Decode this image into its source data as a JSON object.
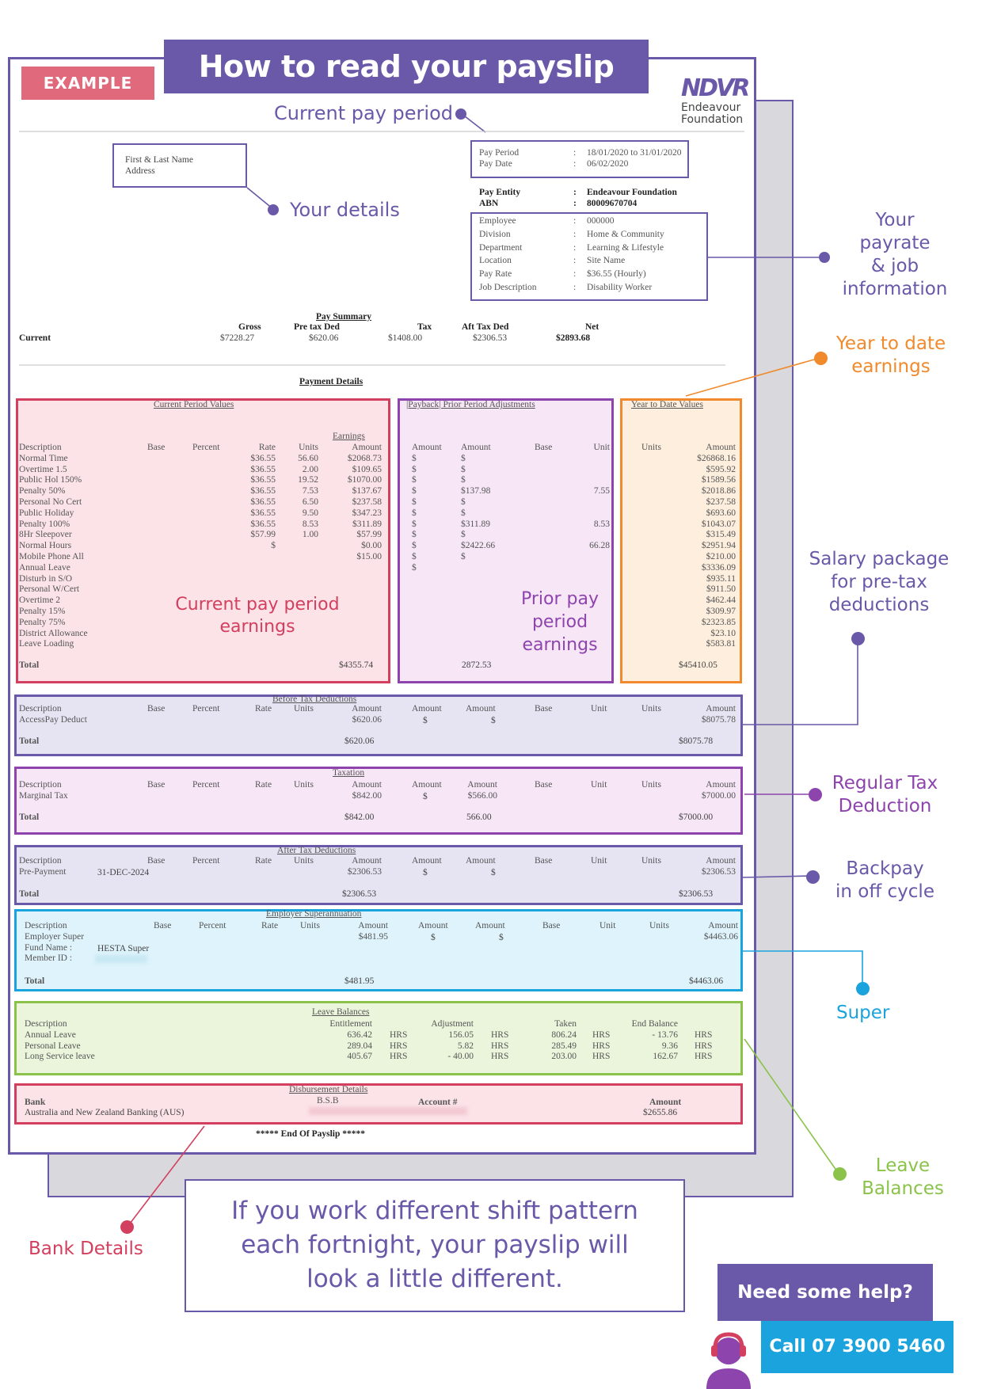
{
  "title": "How to read your payslip",
  "badge": "EXAMPLE",
  "logo": {
    "mark": "NDVR",
    "line1": "Endeavour",
    "line2": "Foundation"
  },
  "callouts": {
    "current_pay_period": "Current pay period",
    "your_details": "Your details",
    "payrate": [
      "Your",
      "payrate",
      "& job",
      "information"
    ],
    "ytd": [
      "Year to date",
      "earnings"
    ],
    "salary_package": [
      "Salary package",
      "for pre-tax",
      "deductions"
    ],
    "regular_tax": [
      "Regular Tax",
      "Deduction"
    ],
    "backpay": [
      "Backpay",
      "in off cycle"
    ],
    "super": "Super",
    "leave_balances": [
      "Leave",
      "Balances"
    ],
    "bank_details": "Bank Details",
    "current_earnings": [
      "Current pay period",
      "earnings"
    ],
    "prior_earnings": [
      "Prior pay",
      "period",
      "earnings"
    ]
  },
  "name_box": {
    "line1": "First & Last Name",
    "line2": "Address"
  },
  "period": {
    "labels": "Pay Period\nPay Date",
    "colons": ":\n:",
    "values": "18/01/2020 to 31/01/2020\n06/02/2020"
  },
  "entity": {
    "labels": "Pay Entity\nABN",
    "colons": ":\n:",
    "values": "Endeavour Foundation\n80009670704"
  },
  "job": {
    "labels": "Employee\nDivision\nDepartment\nLocation\nPay Rate\nJob Description",
    "colons": ":\n:\n:\n:\n:\n:",
    "values": "000000\nHome & Community\nLearning & Lifestyle\nSite Name\n$36.55 (Hourly)\nDisability Worker"
  },
  "summary": {
    "heading": "Pay Summary",
    "row_label": "Current",
    "headers": [
      "Gross",
      "Pre tax Ded",
      "Tax",
      "Aft Tax Ded",
      "Net"
    ],
    "values": [
      "$7228.27",
      "$620.06",
      "$1408.00",
      "$2306.53",
      "$2893.68"
    ]
  },
  "payment_details": "Payment Details",
  "earnings": {
    "left_heading": "Current Period Values",
    "mid_heading": "|Payback|    Prior Period Adjustments",
    "right_heading": "Year to Date Values",
    "earnings_label": "Earnings",
    "desc": "Description\nNormal Time\nOvertime 1.5\nPublic Hol 150%\nPenalty 50%\nPersonal No Cert\nPublic Holiday\nPenalty 100%\n8Hr Sleepover\nNormal Hours\nMobile Phone All\nAnnual Leave\nDisturb in S/O\nPersonal W/Cert\nOvertime 2\nPenalty 15%\nPenalty 75%\nDistrict Allowance\nLeave Loading",
    "base": "Base",
    "percent": "Percent",
    "rate": "Rate\n$36.55\n$36.55\n$36.55\n$36.55\n$36.55\n$36.55\n$36.55\n$57.99\n$",
    "units": "Units\n56.60\n2.00\n19.52\n7.53\n6.50\n9.50\n8.53\n1.00",
    "amount": "Amount\n$2068.73\n$109.65\n$1070.00\n$137.67\n$237.58\n$347.23\n$311.89\n$57.99\n$0.00\n$15.00",
    "pb_amount": "Amount\n$\n$\n$\n$\n$\n$\n$\n$\n$\n$\n$",
    "pp_amount": "Amount\n$\n$\n$\n$137.98\n$\n$\n$311.89\n$\n$2422.66\n$",
    "pp_base": "Base",
    "pp_unit": "Unit\n\n\n\n7.55\n\n\n8.53\n\n66.28",
    "ytd_units": "Units",
    "ytd_amount": "Amount\n$26868.16\n$595.92\n$1589.56\n$2018.86\n$237.58\n$693.60\n$1043.07\n$315.49\n$2951.94\n$210.00\n$3336.09\n$935.11\n$911.50\n$462.44\n$309.97\n$2323.85\n$23.10\n$583.81",
    "total_label": "Total",
    "total_current": "$4355.74",
    "total_prior": "2872.53",
    "total_ytd": "$45410.05"
  },
  "before_tax": {
    "heading": "Before Tax Deductions",
    "desc": "Description\nAccessPay Deduct",
    "amount": "Amount\n$620.06",
    "total": "$620.06",
    "ytd": "Amount\n$8075.78",
    "ytd_total": "$8075.78"
  },
  "taxation": {
    "heading": "Taxation",
    "desc": "Description\nMarginal Tax",
    "amount": "Amount\n$842.00",
    "pp": "Amount\n$566.00",
    "total": "$842.00",
    "pp_total": "566.00",
    "ytd": "Amount\n$7000.00",
    "ytd_total": "$7000.00"
  },
  "after_tax": {
    "heading": "After Tax Deductions",
    "desc": "Description\nPre-Payment",
    "base_val": "31-DEC-2024",
    "amount": "Amount\n$2306.53",
    "total": "$2306.53",
    "ytd": "Amount\n$2306.53",
    "ytd_total": "$2306.53"
  },
  "super": {
    "heading": "Employer Superannuation",
    "desc": "Description\nEmployer Super\nFund Name :\nMember ID :",
    "fund": "HESTA Super",
    "amount": "Amount\n$481.95",
    "total": "$481.95",
    "ytd": "Amount\n$4463.06",
    "ytd_total": "$4463.06"
  },
  "leave": {
    "heading": "Leave Balances",
    "desc": "Description\nAnnual Leave\nPersonal Leave\nLong Service leave",
    "ent": "Entitlement\n636.42\n289.04\n405.67",
    "adj": "Adjustment\n156.05\n5.82\n- 40.00",
    "taken": "Taken\n806.24\n285.49\n203.00",
    "end": "End Balance\n- 13.76\n9.36\n162.67",
    "hrs": "\nHRS\nHRS\nHRS"
  },
  "disbursement": {
    "heading": "Disbursement Details",
    "bsb": "B.S.B",
    "bank_label": "Bank",
    "bank_name": "Australia and New Zealand Banking (AUS)",
    "account_label": "Account #",
    "amount_label": "Amount",
    "amount": "$2655.86"
  },
  "end_of_payslip": "***** End Of Payslip *****",
  "common": {
    "base": "Base",
    "percent": "Percent",
    "rate": "Rate",
    "units": "Units",
    "amount": "Amount",
    "unit": "Unit",
    "total": "Total"
  },
  "note": [
    "If you work different shift pattern",
    "each fortnight, your payslip will",
    "look a little different."
  ],
  "help": {
    "question": "Need some help?",
    "call": "Call 07 3900 5460"
  },
  "colors": {
    "purple": "#6a58a8",
    "red": "#d33f5e",
    "pink": "#e06a7c",
    "orange": "#f08a2c",
    "magenta": "#8e44ad",
    "blue": "#1aa3dd",
    "green": "#8bc34a"
  }
}
